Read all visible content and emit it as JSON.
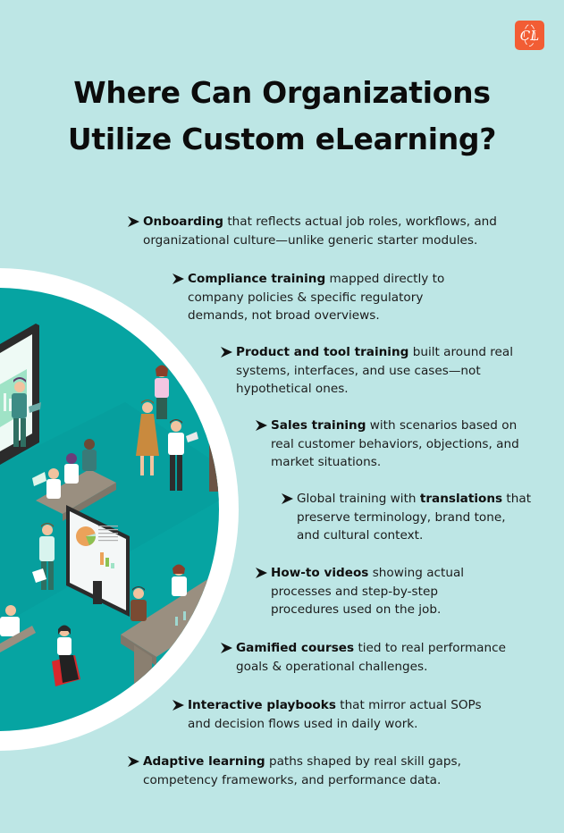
{
  "brand": {
    "logo_text": "CL",
    "logo_color": "#f25d34",
    "icon": "commlab-logo-icon"
  },
  "title": {
    "line1": "Where Can Organizations",
    "line2": "Utilize Custom eLearning?"
  },
  "colors": {
    "background": "#bde6e5",
    "circle_teal": "#06a4a2",
    "ring_white": "#ffffff",
    "text": "#111111"
  },
  "illustration": {
    "description": "Isometric office scene with presenters at screens, people with tablets and a conference table",
    "icon": "office-training-illustration"
  },
  "items": [
    {
      "icon": "arrow-bullet-icon",
      "bold": "Onboarding",
      "lines": [
        "that reflects actual job roles, workflows, and",
        "organizational culture—unlike generic starter modules."
      ]
    },
    {
      "icon": "arrow-bullet-icon",
      "bold": "Compliance training",
      "lines": [
        "mapped directly to",
        "company policies & specific regulatory",
        "demands, not broad overviews."
      ]
    },
    {
      "icon": "arrow-bullet-icon",
      "bold": "Product and tool training",
      "lines": [
        "built around real",
        "systems, interfaces, and use cases—not",
        "hypothetical ones."
      ]
    },
    {
      "icon": "arrow-bullet-icon",
      "bold": "Sales training",
      "lines": [
        "with scenarios based on",
        "real customer behaviors, objections, and",
        "market situations."
      ]
    },
    {
      "icon": "arrow-bullet-icon",
      "prefix": "Global training with",
      "bold": "translations",
      "lines": [
        "that",
        "preserve terminology, brand tone,",
        "and cultural context."
      ]
    },
    {
      "icon": "arrow-bullet-icon",
      "bold": "How-to videos",
      "lines": [
        "showing actual",
        "processes and step-by-step",
        "procedures used on the job."
      ]
    },
    {
      "icon": "arrow-bullet-icon",
      "bold": "Gamified courses",
      "lines": [
        "tied to real performance",
        "goals & operational challenges."
      ]
    },
    {
      "icon": "arrow-bullet-icon",
      "bold": "Interactive playbooks",
      "lines": [
        "that mirror actual SOPs",
        "and decision flows used in daily work."
      ]
    },
    {
      "icon": "arrow-bullet-icon",
      "bold": "Adaptive learning",
      "lines": [
        "paths shaped by real skill gaps,",
        "competency frameworks, and performance data."
      ]
    }
  ]
}
